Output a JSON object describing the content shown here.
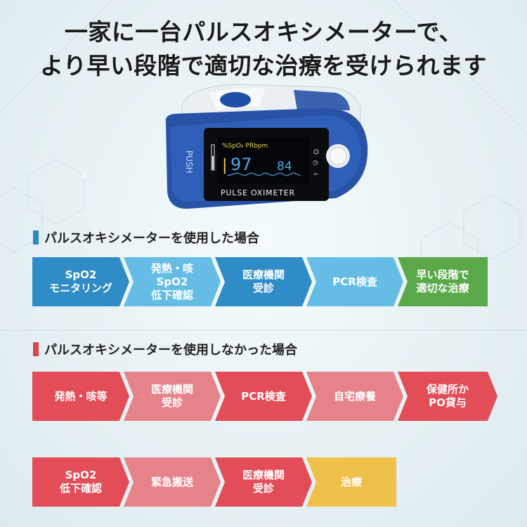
{
  "headline": {
    "line1": "一家に一台パルスオキシメーターで、",
    "line2": "より早い段階で適切な治療を受けられます"
  },
  "device": {
    "push_label": "PUSH",
    "screen_header": "%SpO₂  PRbpm",
    "spo2_value": "97",
    "pr_value": "84",
    "brand_label": "PULSE OXIMETER",
    "body_color": "#2752a6",
    "accent_color": "#1f4fa8"
  },
  "section_with": {
    "title": "パルスオキシメーターを使用した場合",
    "steps": [
      "SpO2\nモニタリング",
      "発熱・咳\nSpO2\n低下確認",
      "医療機関\n受診",
      "PCR検査",
      "早い段階で\n適切な治療"
    ]
  },
  "section_without": {
    "title": "パルスオキシメーターを使用しなかった場合",
    "row1": [
      "発熱・咳等",
      "医療機関\n受診",
      "PCR検査",
      "自宅療養",
      "保健所か\nPO貸与"
    ],
    "row2": [
      "SpO2\n低下確認",
      "緊急搬送",
      "医療機関\n受診",
      "治療"
    ]
  },
  "colors": {
    "blue_dark": "#2f8cc7",
    "blue_light": "#65bde6",
    "green": "#5aa84a",
    "red_dark": "#e24d58",
    "red_light": "#e6838a",
    "yellow": "#efc04a"
  }
}
